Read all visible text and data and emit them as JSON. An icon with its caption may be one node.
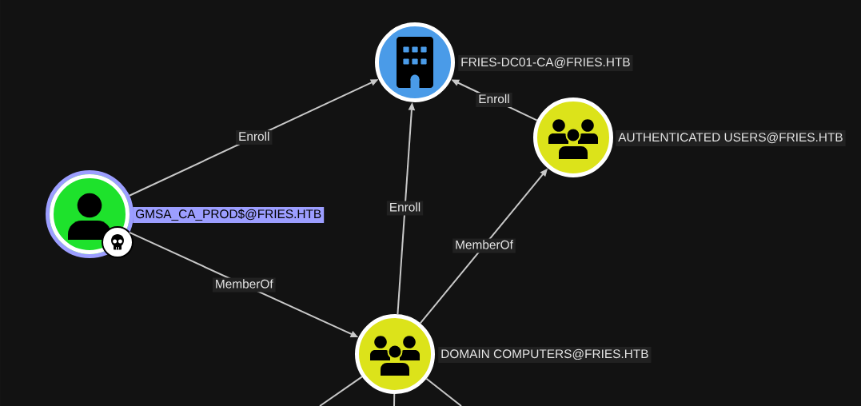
{
  "diagram": {
    "nodes": [
      {
        "text": [
          "FRIES-DC01-CA@FRIES.HTB"
        ]
      },
      {
        "text": [
          "AUTHENTICATED USERS@FRIES.HTB"
        ]
      },
      {
        "text": [
          "GMSA_CA_PROD$@FRIES.HTB"
        ]
      },
      {
        "text": [
          "DOMAIN COMPUTERS@FRIES.HTB"
        ]
      }
    ],
    "edges": [
      {
        "from": 2,
        "to": 0,
        "arrow": "to",
        "label": "Enroll"
      },
      {
        "from": 3,
        "to": 0,
        "arrow": "to",
        "label": "Enroll"
      },
      {
        "from": 1,
        "to": 0,
        "arrow": "to",
        "label": "Enroll"
      },
      {
        "from": 2,
        "to": 3,
        "arrow": "to",
        "label": "MemberOf"
      },
      {
        "from": 3,
        "to": 1,
        "arrow": "to",
        "label": "MemberOf"
      },
      {
        "from": 3,
        "to": null,
        "arrow": "none"
      },
      {
        "from": 3,
        "to": null,
        "arrow": "none"
      },
      {
        "from": 3,
        "to": null,
        "arrow": "none"
      }
    ]
  }
}
